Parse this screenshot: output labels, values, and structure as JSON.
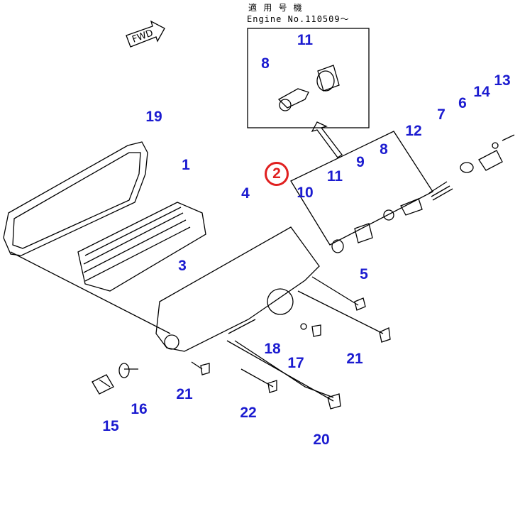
{
  "header": {
    "applicability": "適 用 号 機",
    "engine_no": "Engine No.110509～"
  },
  "fwd_label": "FWD",
  "callout_main": "2",
  "labels": [
    "11",
    "8",
    "19",
    "1",
    "4",
    "3",
    "10",
    "11",
    "9",
    "8",
    "12",
    "7",
    "6",
    "14",
    "13",
    "5",
    "18",
    "17",
    "21",
    "21",
    "22",
    "16",
    "15",
    "20"
  ],
  "colors": {
    "label": "#1b1bd0",
    "highlight": "#e02020"
  }
}
